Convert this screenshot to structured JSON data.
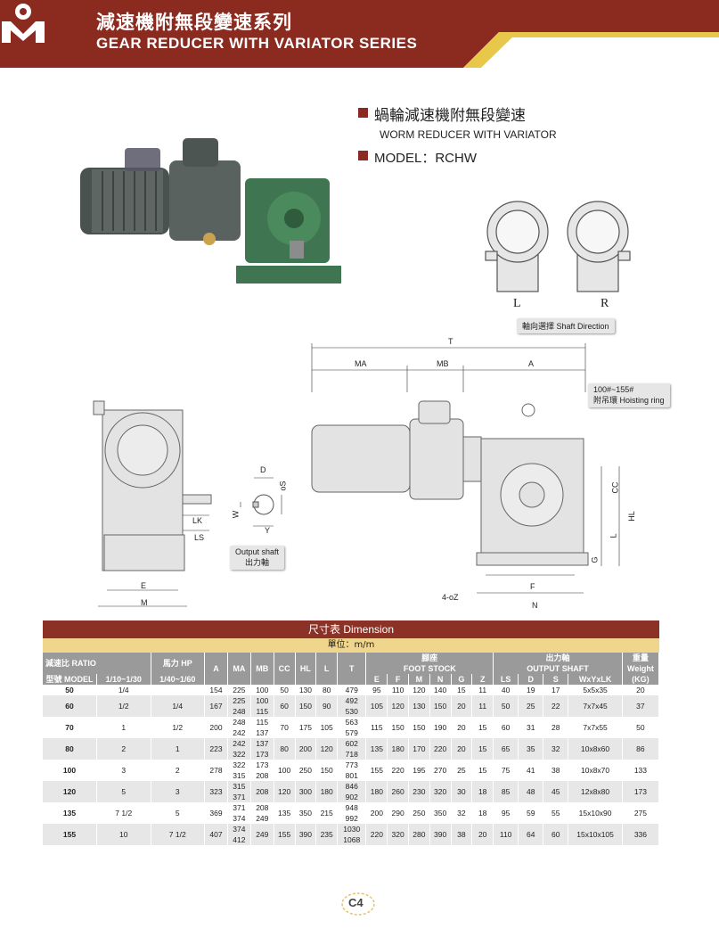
{
  "header": {
    "title_cn": "減速機附無段變速系列",
    "title_en": "GEAR REDUCER WITH  VARIATOR SERIES",
    "bar_color": "#8b2b20",
    "accent_color": "#e8c84a"
  },
  "product": {
    "name_cn": "蝸輪減速機附無段變速",
    "name_en": "WORM REDUCER WITH VARIATOR",
    "model": "MODEL：RCHW"
  },
  "shaft_direction": {
    "left_label": "L",
    "right_label": "R",
    "caption": "軸向選擇  Shaft Direction"
  },
  "drawing_labels": {
    "T": "T",
    "MA": "MA",
    "MB": "MB",
    "A": "A",
    "hoist_line1": "100#~155#",
    "hoist_line2": "附吊環  Hoisting ring",
    "CC": "CC",
    "HL": "HL",
    "L": "L",
    "G": "G",
    "F": "F",
    "N": "N",
    "oZ": "4-oZ",
    "E": "E",
    "M": "M",
    "LK": "LK",
    "LS": "LS",
    "D": "D",
    "oS": "oS",
    "W": "W",
    "Y": "Y",
    "output_en": "Output shaft",
    "output_cn": "出力軸"
  },
  "table": {
    "title": "尺寸表  Dimension",
    "unit": "單位：m/m",
    "head1": {
      "ratio": "減速比  RATIO",
      "hp": "馬力  HP",
      "A": "A",
      "MA": "MA",
      "MB": "MB",
      "CC": "CC",
      "HL": "HL",
      "L": "L",
      "T": "T",
      "foot_cn": "腳座",
      "foot_en": "FOOT STOCK",
      "out_cn": "出力軸",
      "out_en": "OUTPUT SHAFT",
      "wt_cn": "重量",
      "wt_en": "Weight",
      "wt_unit": "(KG)"
    },
    "head2": {
      "model": "型號 MODEL",
      "r1": "1/10~1/30",
      "r2": "1/40~1/60",
      "E": "E",
      "F": "F",
      "M": "M",
      "N": "N",
      "G": "G",
      "Z": "Z",
      "LS": "LS",
      "D": "D",
      "S": "S",
      "WYL": "WxYxLK"
    },
    "rows": [
      {
        "model": "50",
        "r1": "1/4",
        "r2": "",
        "A": "154",
        "MA": "225",
        "MB": "100",
        "MA2": "",
        "MB2": "",
        "CC": "50",
        "HL": "130",
        "L": "80",
        "T": "479",
        "T2": "",
        "E": "95",
        "F": "110",
        "M": "120",
        "N": "140",
        "G": "15",
        "Z": "11",
        "LS": "40",
        "D": "19",
        "S": "17",
        "WYL": "5x5x35",
        "W": "20"
      },
      {
        "model": "60",
        "r1": "1/2",
        "r2": "1/4",
        "A": "167",
        "MA": "225",
        "MB": "100",
        "MA2": "248",
        "MB2": "115",
        "CC": "60",
        "HL": "150",
        "L": "90",
        "T": "492",
        "T2": "530",
        "E": "105",
        "F": "120",
        "M": "130",
        "N": "150",
        "G": "20",
        "Z": "11",
        "LS": "50",
        "D": "25",
        "S": "22",
        "WYL": "7x7x45",
        "W": "37"
      },
      {
        "model": "70",
        "r1": "1",
        "r2": "1/2",
        "A": "200",
        "MA": "248",
        "MB": "115",
        "MA2": "242",
        "MB2": "137",
        "CC": "70",
        "HL": "175",
        "L": "105",
        "T": "563",
        "T2": "579",
        "E": "115",
        "F": "150",
        "M": "150",
        "N": "190",
        "G": "20",
        "Z": "15",
        "LS": "60",
        "D": "31",
        "S": "28",
        "WYL": "7x7x55",
        "W": "50"
      },
      {
        "model": "80",
        "r1": "2",
        "r2": "1",
        "A": "223",
        "MA": "242",
        "MB": "137",
        "MA2": "322",
        "MB2": "173",
        "CC": "80",
        "HL": "200",
        "L": "120",
        "T": "602",
        "T2": "718",
        "E": "135",
        "F": "180",
        "M": "170",
        "N": "220",
        "G": "20",
        "Z": "15",
        "LS": "65",
        "D": "35",
        "S": "32",
        "WYL": "10x8x60",
        "W": "86"
      },
      {
        "model": "100",
        "r1": "3",
        "r2": "2",
        "A": "278",
        "MA": "322",
        "MB": "173",
        "MA2": "315",
        "MB2": "208",
        "CC": "100",
        "HL": "250",
        "L": "150",
        "T": "773",
        "T2": "801",
        "E": "155",
        "F": "220",
        "M": "195",
        "N": "270",
        "G": "25",
        "Z": "15",
        "LS": "75",
        "D": "41",
        "S": "38",
        "WYL": "10x8x70",
        "W": "133"
      },
      {
        "model": "120",
        "r1": "5",
        "r2": "3",
        "A": "323",
        "MA": "315",
        "MB": "208",
        "MA2": "371",
        "MB2": "",
        "CC": "120",
        "HL": "300",
        "L": "180",
        "T": "846",
        "T2": "902",
        "E": "180",
        "F": "260",
        "M": "230",
        "N": "320",
        "G": "30",
        "Z": "18",
        "LS": "85",
        "D": "48",
        "S": "45",
        "WYL": "12x8x80",
        "W": "173"
      },
      {
        "model": "135",
        "r1": "7 1/2",
        "r2": "5",
        "A": "369",
        "MA": "371",
        "MB": "208",
        "MA2": "374",
        "MB2": "249",
        "CC": "135",
        "HL": "350",
        "L": "215",
        "T": "948",
        "T2": "992",
        "E": "200",
        "F": "290",
        "M": "250",
        "N": "350",
        "G": "32",
        "Z": "18",
        "LS": "95",
        "D": "59",
        "S": "55",
        "WYL": "15x10x90",
        "W": "275"
      },
      {
        "model": "155",
        "r1": "10",
        "r2": "7 1/2",
        "A": "407",
        "MA": "374",
        "MB": "249",
        "MA2": "412",
        "MB2": "",
        "CC": "155",
        "HL": "390",
        "L": "235",
        "T": "1030",
        "T2": "1068",
        "E": "220",
        "F": "320",
        "M": "280",
        "N": "390",
        "G": "38",
        "Z": "20",
        "LS": "110",
        "D": "64",
        "S": "60",
        "WYL": "15x10x105",
        "W": "336"
      }
    ]
  },
  "page_number": "C4"
}
